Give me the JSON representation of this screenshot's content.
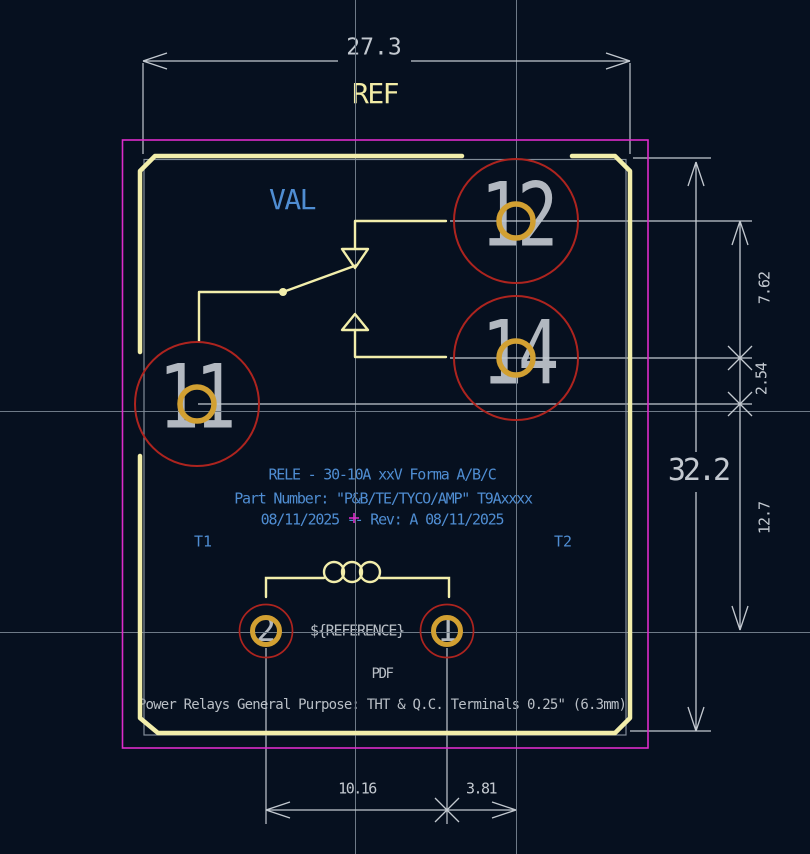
{
  "canvas": {
    "type": "pcb-footprint-editor-view",
    "colors": {
      "background": "#06101f",
      "silkscreen_yellow": "#f2eeab",
      "courtyard_magenta": "#dd2ccb",
      "pad_clearance_red": "#ad241f",
      "pad_copper_gold": "#d2a032",
      "fab_gray": "#828d99",
      "dimension_gray": "#c3c9d0",
      "axis_gray": "#6e7a87",
      "text_blue": "#4f8dd2",
      "pad_number_gray": "#b2b8c0"
    }
  },
  "dimensions": {
    "width": {
      "value": "27.3",
      "label": "REF"
    },
    "row_spacing_a": "7.62",
    "row_spacing_b": "2.54",
    "height": "32.2",
    "coil_row_spacing": "12.7",
    "coil_pitch": "10.16",
    "col_spacing": "3.81"
  },
  "pads": [
    {
      "number": "12"
    },
    {
      "number": "14"
    },
    {
      "number": "11"
    },
    {
      "number": "2"
    },
    {
      "number": "1"
    }
  ],
  "texts": {
    "value_placeholder": "VAL",
    "reference_placeholder": "${REFERENCE}",
    "doc_line1": "RELE - 30-10A xxV Forma A/B/C",
    "doc_line2": "Part Number: \"P&B/TE/TYCO/AMP\" T9Axxxx",
    "doc_line3": "08/11/2025 -- Rev: A 08/11/2025",
    "terminal_left": "T1",
    "terminal_right": "T2",
    "pdf_label": "PDF",
    "description": "Power Relays General Purpose: THT & Q.C. Terminals 0.25\" (6.3mm)"
  }
}
